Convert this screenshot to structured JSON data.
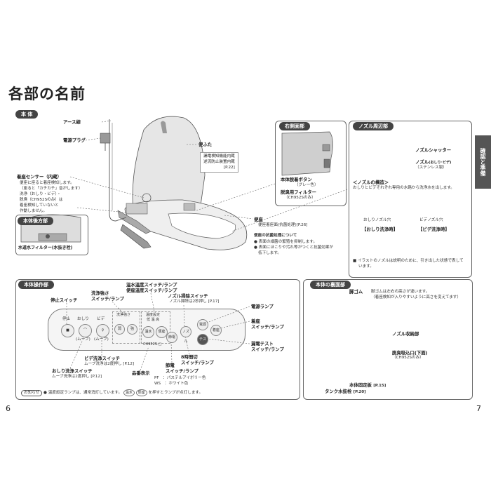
{
  "page": {
    "title": "各部の名前",
    "side_tab": "確認と準備",
    "page_left": "6",
    "page_right": "7"
  },
  "body_section": {
    "header": "本 体",
    "earth_wire": "アース線",
    "power_plug": "電源プラグ",
    "toilet_lid": "便ふた",
    "lid_note": [
      "漏電検知機能内蔵",
      "逆流防止装置内蔵",
      "[P.22]"
    ],
    "seat_sensor_title": "着座センサー（内蔵）",
    "seat_sensor_desc": [
      "便座に座ると着座検知します。",
      "（座ると「カチカチ」音がします）",
      "洗浄（おしり・ビデ）・",
      "脱臭（CH952Sのみ）は",
      "着座検知していないと",
      "作動しません。"
    ],
    "back_header": "本体後方部",
    "filter": "水道水フィルター(水抜き栓)",
    "seat": "便座",
    "seat_sub": "便座着座面(抗菌処理)[P.26]",
    "antibac_title": "便座の抗菌処理について",
    "antibac_1": "表面の細菌の繁殖を抑制します。",
    "antibac_2a": "表面にほこりや汚れ等がつくと抗菌効果が",
    "antibac_2b": "低下します。"
  },
  "right_side": {
    "header": "右側面部",
    "button": "本体脱着ボタン",
    "button_sub": "（グレー色）",
    "filter": "脱臭用フィルター",
    "filter_sub": "（CH952Sのみ）"
  },
  "nozzle": {
    "header": "ノズル周辺部",
    "shutter": "ノズルシャッター",
    "nozzle": "ノズル",
    "nozzle_paren": "(おしり･ビデ)",
    "nozzle_sub": "（ステンレス製）",
    "structure_title": "＜ノズルの構造＞",
    "structure_desc": "おしりとビデそれぞれ専用の水路から洗浄水を出します。",
    "oshiri_hole": "おしりノズル穴",
    "bidet_hole": "ビデノズル穴",
    "oshiri_label": "【おしり洗浄時】",
    "bidet_label": "【ビデ洗浄時】",
    "note_a": "■ イラストのノズルは説明のために、引き出した状態で表して",
    "note_b": "います。"
  },
  "panel": {
    "header": "本体操作部",
    "stop": "停止スイッチ",
    "strength": "洗浄強さ",
    "strength2": "スイッチ/ランプ",
    "water_temp": "温水温度スイッチ/ランプ",
    "seat_temp": "便座温度スイッチ/ランプ",
    "nozzle_clean": "ノズル掃除スイッチ",
    "nozzle_clean_sub": "ノズル掃除は2秒押し [P.17]",
    "power_lamp": "電源ランプ",
    "seat_lamp": "着座",
    "seat_lamp2": "スイッチ/ランプ",
    "leak_test": "漏電テスト",
    "leak_test2": "スイッチ/ランプ",
    "timer": "8時間切",
    "timer2": "スイッチ/ランプ",
    "eco": "節電",
    "eco2": "スイッチ/ランプ",
    "model_disp": "品番表示",
    "pf": "PF　：パステルアイボリー色",
    "ws": "WS　：ホワイト色",
    "bidet_switch": "ビデ洗浄スイッチ",
    "bidet_switch_sub": "ムーブ洗浄は2度押し [P.12]",
    "oshiri_switch": "おしり洗浄スイッチ",
    "oshiri_switch_sub": "ムーブ洗浄は2度押し [P.12]",
    "btn_stop": "停止",
    "btn_oshiri": "おしり",
    "btn_bidet": "ビデ",
    "btn_move": "(ムーブ)",
    "btn_weak": "弱",
    "btn_strong": "強",
    "btn_water": "温水",
    "btn_seat": "便座",
    "btn_nozzle": "ノズル",
    "btn_power": "電源",
    "btn_eco": "節電",
    "btn_chaku": "着座",
    "btn_test": "テスト",
    "grp_strength": "洗浄強さ",
    "grp_temp": "温度設定",
    "grp_temp_cols": "低 温 高",
    "model_text": "CH952S-□"
  },
  "notice": {
    "label": "お知らせ",
    "text_a": "● 温度設定ランプは、通常消灯しています。",
    "key1": "温水",
    "key2": "便座",
    "text_b": "を押すとランプが点灯します。"
  },
  "underside": {
    "header": "本体の裏面部",
    "rubber": "脚ゴム",
    "rubber_desc_a": "脚ゴムは左右の高さが違います。",
    "rubber_desc_b": "（着座検知が入りやすいように高さを変えてます）",
    "nozzle_storage": "ノズル収納部",
    "intake": "脱臭吸込口(下面)",
    "intake_sub": "（CH952Sのみ）",
    "plate": "本体固定板",
    "plate_ref": "[P.15]",
    "drain": "タンク水抜栓",
    "drain_ref": "[P.20]"
  }
}
